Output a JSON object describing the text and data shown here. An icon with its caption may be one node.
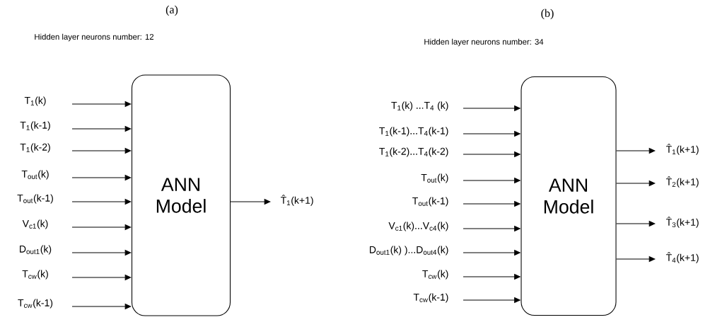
{
  "diagram": {
    "nodes": [
      {
        "text": [
          "ANN Model"
        ]
      },
      {
        "text": [
          "T$_{1}$(k)"
        ]
      },
      {
        "text": [
          "T$_{1}$(k-1)"
        ]
      },
      {
        "text": [
          "T$_{1}$(k-2)"
        ]
      },
      {
        "text": [
          "T$_{out}$(k)"
        ]
      },
      {
        "text": [
          "T$_{out}$(k-1)"
        ]
      },
      {
        "text": [
          "V$_{c1}$(k)"
        ]
      },
      {
        "text": [
          "D$_{out1}$(k)"
        ]
      },
      {
        "text": [
          "T$_{cw}$(k)"
        ]
      },
      {
        "text": [
          "T$_{cw}$(k-1)"
        ]
      },
      {
        "text": [
          "T̂$_{1}$(k+1)"
        ]
      },
      {
        "text": [
          "ANN Model"
        ]
      },
      {
        "text": [
          "T$_{1}$(k) ...T$_{4}$ (k)"
        ]
      },
      {
        "text": [
          "T$_{1}$(k-1)...T$_{4}$(k-1)"
        ]
      },
      {
        "text": [
          "T$_{1}$(k-2)...T$_{4}$(k-2)"
        ]
      },
      {
        "text": [
          "T$_{out}$(k)"
        ]
      },
      {
        "text": [
          "T$_{out}$(k-1)"
        ]
      },
      {
        "text": [
          "V$_{c1}$(k)...V$_{c4}$(k)"
        ]
      },
      {
        "text": [
          "D$_{out1}$(k) )...D$_{out4}$(k)"
        ]
      },
      {
        "text": [
          "T$_{cw}$(k)"
        ]
      },
      {
        "text": [
          "T$_{cw}$(k-1)"
        ]
      },
      {
        "text": [
          "T̂$_{1}$(k+1)"
        ]
      },
      {
        "text": [
          "T̂$_{2}$(k+1)"
        ]
      },
      {
        "text": [
          "T̂$_{3}$(k+1)"
        ]
      },
      {
        "text": [
          "T̂$_{4}$(k+1)"
        ]
      }
    ],
    "edges": [
      {
        "from": 1,
        "to": 0,
        "arrow": "to"
      },
      {
        "from": 2,
        "to": 0,
        "arrow": "to"
      },
      {
        "from": 3,
        "to": 0,
        "arrow": "to"
      },
      {
        "from": 4,
        "to": 0,
        "arrow": "to"
      },
      {
        "from": 5,
        "to": 0,
        "arrow": "to"
      },
      {
        "from": 6,
        "to": 0,
        "arrow": "to"
      },
      {
        "from": 7,
        "to": 0,
        "arrow": "to"
      },
      {
        "from": 8,
        "to": 0,
        "arrow": "to"
      },
      {
        "from": 9,
        "to": 0,
        "arrow": "to"
      },
      {
        "from": 0,
        "to": 10,
        "arrow": "to"
      },
      {
        "from": 12,
        "to": 11,
        "arrow": "to"
      },
      {
        "from": 13,
        "to": 11,
        "arrow": "to"
      },
      {
        "from": 14,
        "to": 11,
        "arrow": "to"
      },
      {
        "from": 15,
        "to": 11,
        "arrow": "to"
      },
      {
        "from": 16,
        "to": 11,
        "arrow": "to"
      },
      {
        "from": 17,
        "to": 11,
        "arrow": "to"
      },
      {
        "from": 18,
        "to": 11,
        "arrow": "to"
      },
      {
        "from": 19,
        "to": 11,
        "arrow": "to"
      },
      {
        "from": 20,
        "to": 11,
        "arrow": "to"
      },
      {
        "from": 11,
        "to": 21,
        "arrow": "to"
      },
      {
        "from": 11,
        "to": 22,
        "arrow": "to"
      },
      {
        "from": 11,
        "to": 23,
        "arrow": "to"
      },
      {
        "from": 11,
        "to": 24,
        "arrow": "to"
      }
    ],
    "labels": [
      "(a)",
      "(b)",
      "Hidden layer neurons number: 12",
      "Hidden layer neurons number: 34"
    ]
  }
}
